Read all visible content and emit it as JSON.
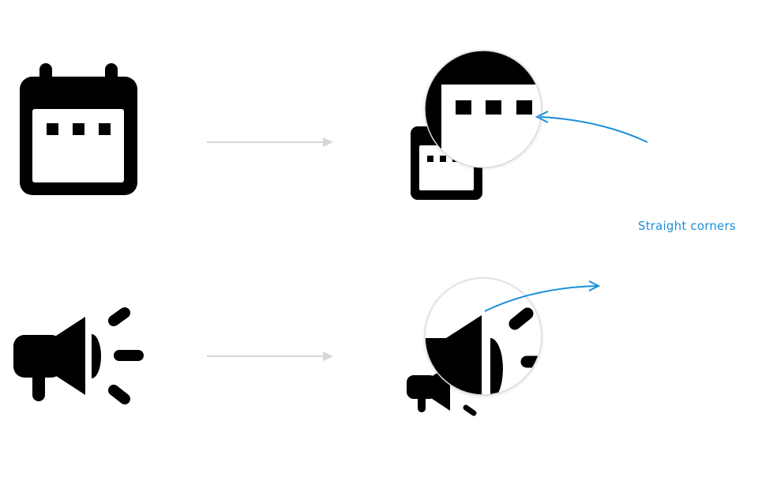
{
  "annotation": {
    "text": "Straight corners",
    "color": "#1a90d9"
  },
  "colors": {
    "icon": "#000000",
    "arrow": "#d6d6d6",
    "annotation_arrow": "#1a90d9",
    "magnifier_border": "#dddddd"
  },
  "icons": {
    "calendar": "calendar-icon",
    "calendar_magnified": "calendar-icon-straight-corners",
    "megaphone": "megaphone-icon",
    "megaphone_magnified": "megaphone-icon-straight-corners"
  }
}
